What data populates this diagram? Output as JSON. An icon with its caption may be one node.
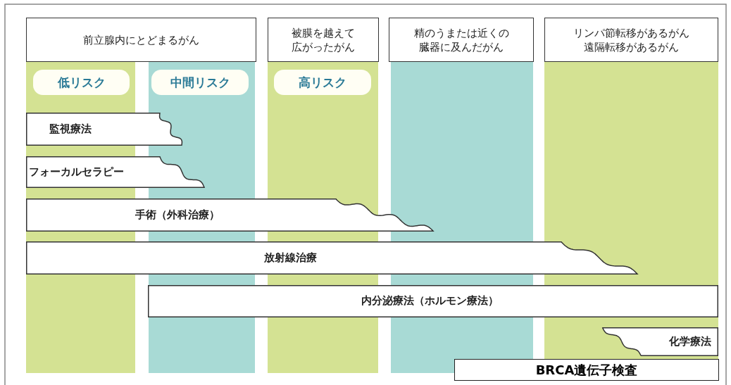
{
  "diagram": {
    "nodes": [
      {
        "text": [
          "前立腺内にとどまるがん"
        ]
      },
      {
        "text": [
          "被膜を越えて広がったがん"
        ]
      },
      {
        "text": [
          "精のうまたは近くの臓器に及んだがん"
        ]
      },
      {
        "text": [
          "リンパ節転移があるがん",
          "遠隔転移があるがん"
        ]
      },
      {
        "text": [
          "低リスク"
        ]
      },
      {
        "text": [
          "中間リスク"
        ]
      },
      {
        "text": [
          "高リスク"
        ]
      },
      {
        "text": [
          "監視療法"
        ]
      },
      {
        "text": [
          "フォーカルセラピー"
        ]
      },
      {
        "text": [
          "手術（外科治療）"
        ]
      },
      {
        "text": [
          "放射線治療"
        ]
      },
      {
        "text": [
          "内分泌療法（ホルモン療法）"
        ]
      },
      {
        "text": [
          "化学療法"
        ]
      },
      {
        "text": [
          "BRCA遺伝子検査"
        ]
      }
    ]
  }
}
